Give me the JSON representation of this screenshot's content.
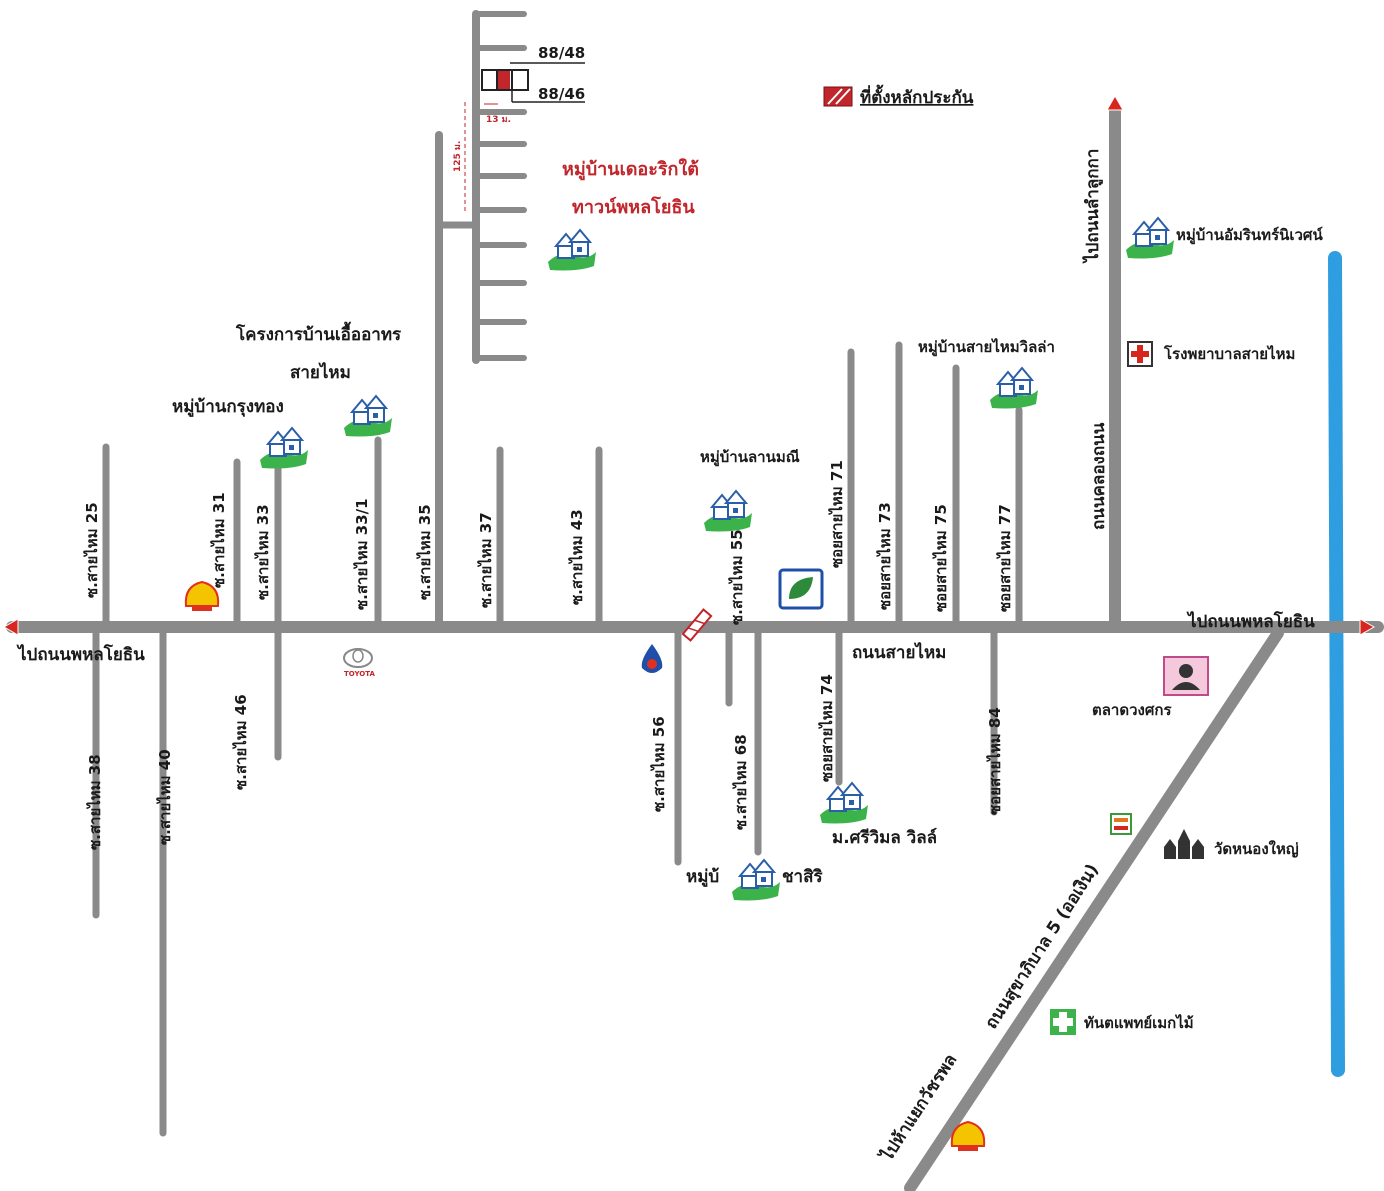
{
  "colors": {
    "road": "#8a8a8a",
    "river": "#2f9ee0",
    "marker": "#c0262b",
    "label": "#1a1a1a",
    "village_green": "#3bb34a"
  },
  "destinations": {
    "west": "ไปถนนพหลโยธิน",
    "east": "ไปถนนพหลโยธิน",
    "north": "ไปถนนลำลูกกา",
    "southwest": "ไปห้าแยกวัชรพล"
  },
  "roads": {
    "main": "ถนนสายไหม",
    "north_south": "ถนนคลองถนน",
    "diagonal": "ถนนสุขาภิบาล 5 (ออเงิน)"
  },
  "sois": {
    "s25": "ซ.สายไหม 25",
    "s31": "ซ.สายไหม 31",
    "s33": "ซ.สายไหม 33",
    "s33_1": "ซ.สายไหม 33/1",
    "s35": "ซ.สายไหม 35",
    "s37": "ซ.สายไหม 37",
    "s43": "ซ.สายไหม 43",
    "s55": "ซ.สายไหม 55",
    "s71": "ซอยสายไหม 71",
    "s73": "ซอยสายไหม 73",
    "s75": "ซอยสายไหม 75",
    "s77": "ซอยสายไหม 77",
    "s38": "ซ.สายไหม 38",
    "s40": "ซ.สายไหม 40",
    "s46": "ซ.สายไหม 46",
    "s56": "ซ.สายไหม 56",
    "s68": "ซ.สายไหม 68",
    "s74": "ซอยสายไหม 74",
    "s84": "ซอยสายไหม 84"
  },
  "places": {
    "the_rich": "หมู่บ้านเดอะริกใต้",
    "the_rich_2": "ทาวน์พหลโยธิน",
    "eua_arthorn": "โครงการบ้านเอื้ออาทร",
    "eua_arthorn_2": "สายไหม",
    "krungthong": "หมู่บ้านกรุงทอง",
    "lanmanee": "หมู่บ้านลานมณี",
    "saimai_villa": "หมู่บ้านสายไหมวิลล่า",
    "amarin": "หมู่บ้านอัมรินทร์นิเวศน์",
    "hospital": "โรงพยาบาลสายไหม",
    "market": "ตลาดวงศกร",
    "wat": "วัดหนองใหญ่",
    "dental": "ทันตแพทย์เมกไม้",
    "sriwimon": "ม.ศรีวิมล วิลล์",
    "chasiri_a": "หมู่บ้",
    "chasiri_b": "ชาสิริ",
    "toyota": "TOYOTA"
  },
  "plots": {
    "p1": "88/48",
    "p2": "88/46",
    "dist1": "13 ม.",
    "dist2": "125 ม."
  },
  "legend": {
    "collateral": "ที่ตั้งหลักประกัน"
  },
  "icons": [
    "house-icon",
    "shell-icon",
    "ptt-icon",
    "toyota-icon",
    "bangchak-icon",
    "hospital-icon",
    "market-icon",
    "temple-icon",
    "seven-eleven-icon",
    "dental-icon",
    "arrow-icon"
  ]
}
